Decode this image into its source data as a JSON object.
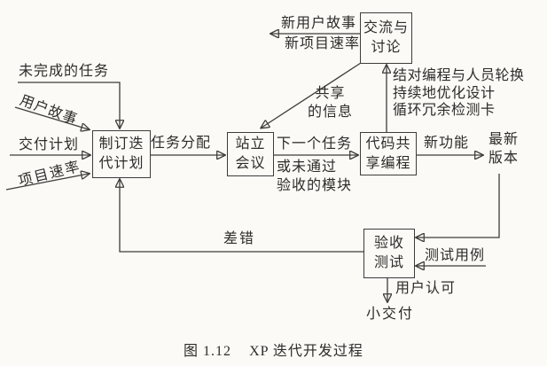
{
  "figure": {
    "caption_number": "图 1.12",
    "caption_title": "XP 迭代开发过程"
  },
  "nodes": {
    "plan": {
      "line1": "制订迭",
      "line2": "代计划"
    },
    "standup": {
      "line1": "站立",
      "line2": "会议"
    },
    "communicate": {
      "line1": "交流与",
      "line2": "讨论"
    },
    "code_sharing": {
      "line1": "代码共",
      "line2": "享编程"
    },
    "acceptance": {
      "line1": "验收",
      "line2": "测试"
    }
  },
  "labels": {
    "unfinished_tasks": "未完成的任务",
    "user_stories": "用户故事",
    "delivery_plan": "交付计划",
    "project_velocity": "项目速率",
    "task_assignment": "任务分配",
    "next_task_line1": "下一个任务",
    "next_task_line2": "或未通过",
    "next_task_line3": "验收的模块",
    "shared_info_line1": "共享",
    "shared_info_line2": "的信息",
    "practices_line1": "结对编程与人员轮换",
    "practices_line2": "持续地优化设计",
    "practices_line3": "循环冗余检测卡",
    "new_user_stories": "新用户故事",
    "new_project_velocity": "新项目速率",
    "new_feature": "新功能",
    "latest_release_line1": "最新",
    "latest_release_line2": "版本",
    "errors": "差错",
    "test_cases": "测试用例",
    "user_approval": "用户认可",
    "small_release": "小交付"
  },
  "colors": {
    "ink": "#3e3c3a",
    "paper": "#fbfaf7"
  }
}
